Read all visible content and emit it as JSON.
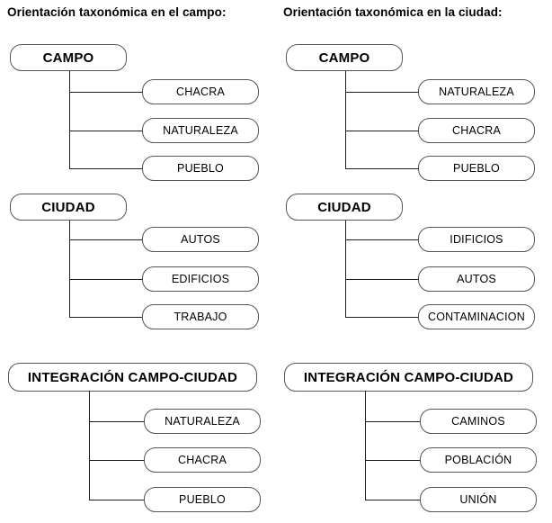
{
  "colors": {
    "background": "#ffffff",
    "box_border": "#555555",
    "line": "#1f1f1f",
    "text": "#000000"
  },
  "left": {
    "title": "Orientación taxonómica en el campo:",
    "groups": [
      {
        "parent": "CAMPO",
        "children": [
          "CHACRA",
          "NATURALEZA",
          "PUEBLO"
        ]
      },
      {
        "parent": "CIUDAD",
        "children": [
          "AUTOS",
          "EDIFICIOS",
          "TRABAJO"
        ]
      },
      {
        "parent": "INTEGRACIÓN CAMPO-CIUDAD",
        "children": [
          "NATURALEZA",
          "CHACRA",
          "PUEBLO"
        ]
      }
    ]
  },
  "right": {
    "title": "Orientación taxonómica en la ciudad:",
    "groups": [
      {
        "parent": "CAMPO",
        "children": [
          "NATURALEZA",
          "CHACRA",
          "PUEBLO"
        ]
      },
      {
        "parent": "CIUDAD",
        "children": [
          "IDIFICIOS",
          "AUTOS",
          "CONTAMINACION"
        ]
      },
      {
        "parent": "INTEGRACIÓN CAMPO-CIUDAD",
        "children": [
          "CAMINOS",
          "POBLACIÓN",
          "UNIÓN"
        ]
      }
    ]
  }
}
